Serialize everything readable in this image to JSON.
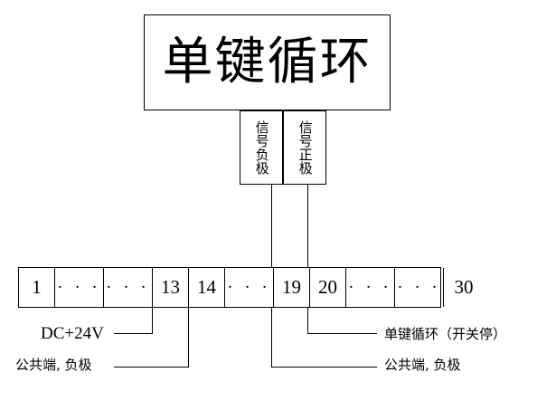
{
  "diagram": {
    "title": "单键循环",
    "signal_terminals": [
      {
        "name": "signal-negative",
        "label": "信号负极"
      },
      {
        "name": "signal-positive",
        "label": "信号正极"
      }
    ],
    "terminal_strip": {
      "cells": [
        {
          "type": "number",
          "label": "1"
        },
        {
          "type": "dots",
          "label": "· · ·"
        },
        {
          "type": "dots",
          "label": "· · ·"
        },
        {
          "type": "number",
          "label": "13"
        },
        {
          "type": "number",
          "label": "14"
        },
        {
          "type": "dots",
          "label": "· · ·"
        },
        {
          "type": "number",
          "label": "19"
        },
        {
          "type": "number",
          "label": "20"
        },
        {
          "type": "dots",
          "label": "· · ·"
        },
        {
          "type": "dots",
          "label": "· · ·"
        },
        {
          "type": "number",
          "label": "30"
        }
      ]
    },
    "annotations": {
      "dc_supply": "DC+24V",
      "common_left": "公共端, 负极",
      "cycle_right": "单键循环（开关停）",
      "common_right": "公共端, 负极"
    },
    "colors": {
      "line": "#000000",
      "background": "#ffffff"
    }
  }
}
